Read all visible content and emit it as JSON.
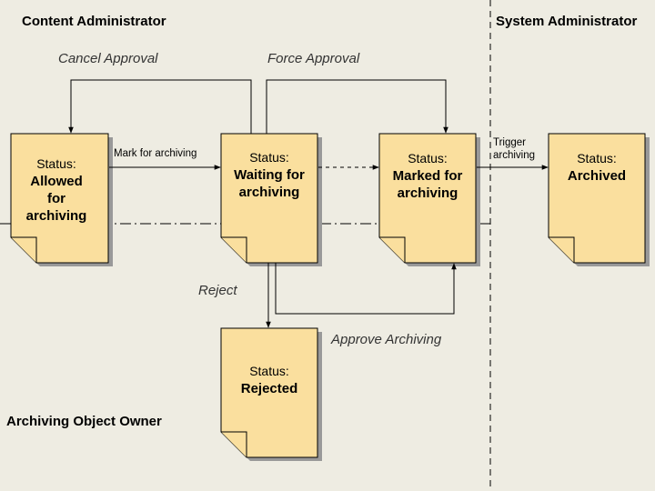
{
  "lanes": {
    "content_admin": "Content Administrator",
    "system_admin": "System Administrator",
    "object_owner": "Archiving Object Owner"
  },
  "actions": {
    "cancel_approval": "Cancel Approval",
    "force_approval": "Force Approval",
    "mark_for_archiving": "Mark for archiving",
    "trigger_archiving": "Trigger\narchiving",
    "reject": "Reject",
    "approve_archiving": "Approve Archiving"
  },
  "documents": {
    "status_label": "Status:",
    "allowed": "Allowed\nfor\narchiving",
    "waiting": "Waiting for\narchiving",
    "marked": "Marked for\narchiving",
    "archived": "Archived",
    "rejected": "Rejected"
  },
  "colors": {
    "background": "#eeece2",
    "document_fill": "#fadf9e",
    "document_stroke": "#000000",
    "shadow": "#999999"
  }
}
